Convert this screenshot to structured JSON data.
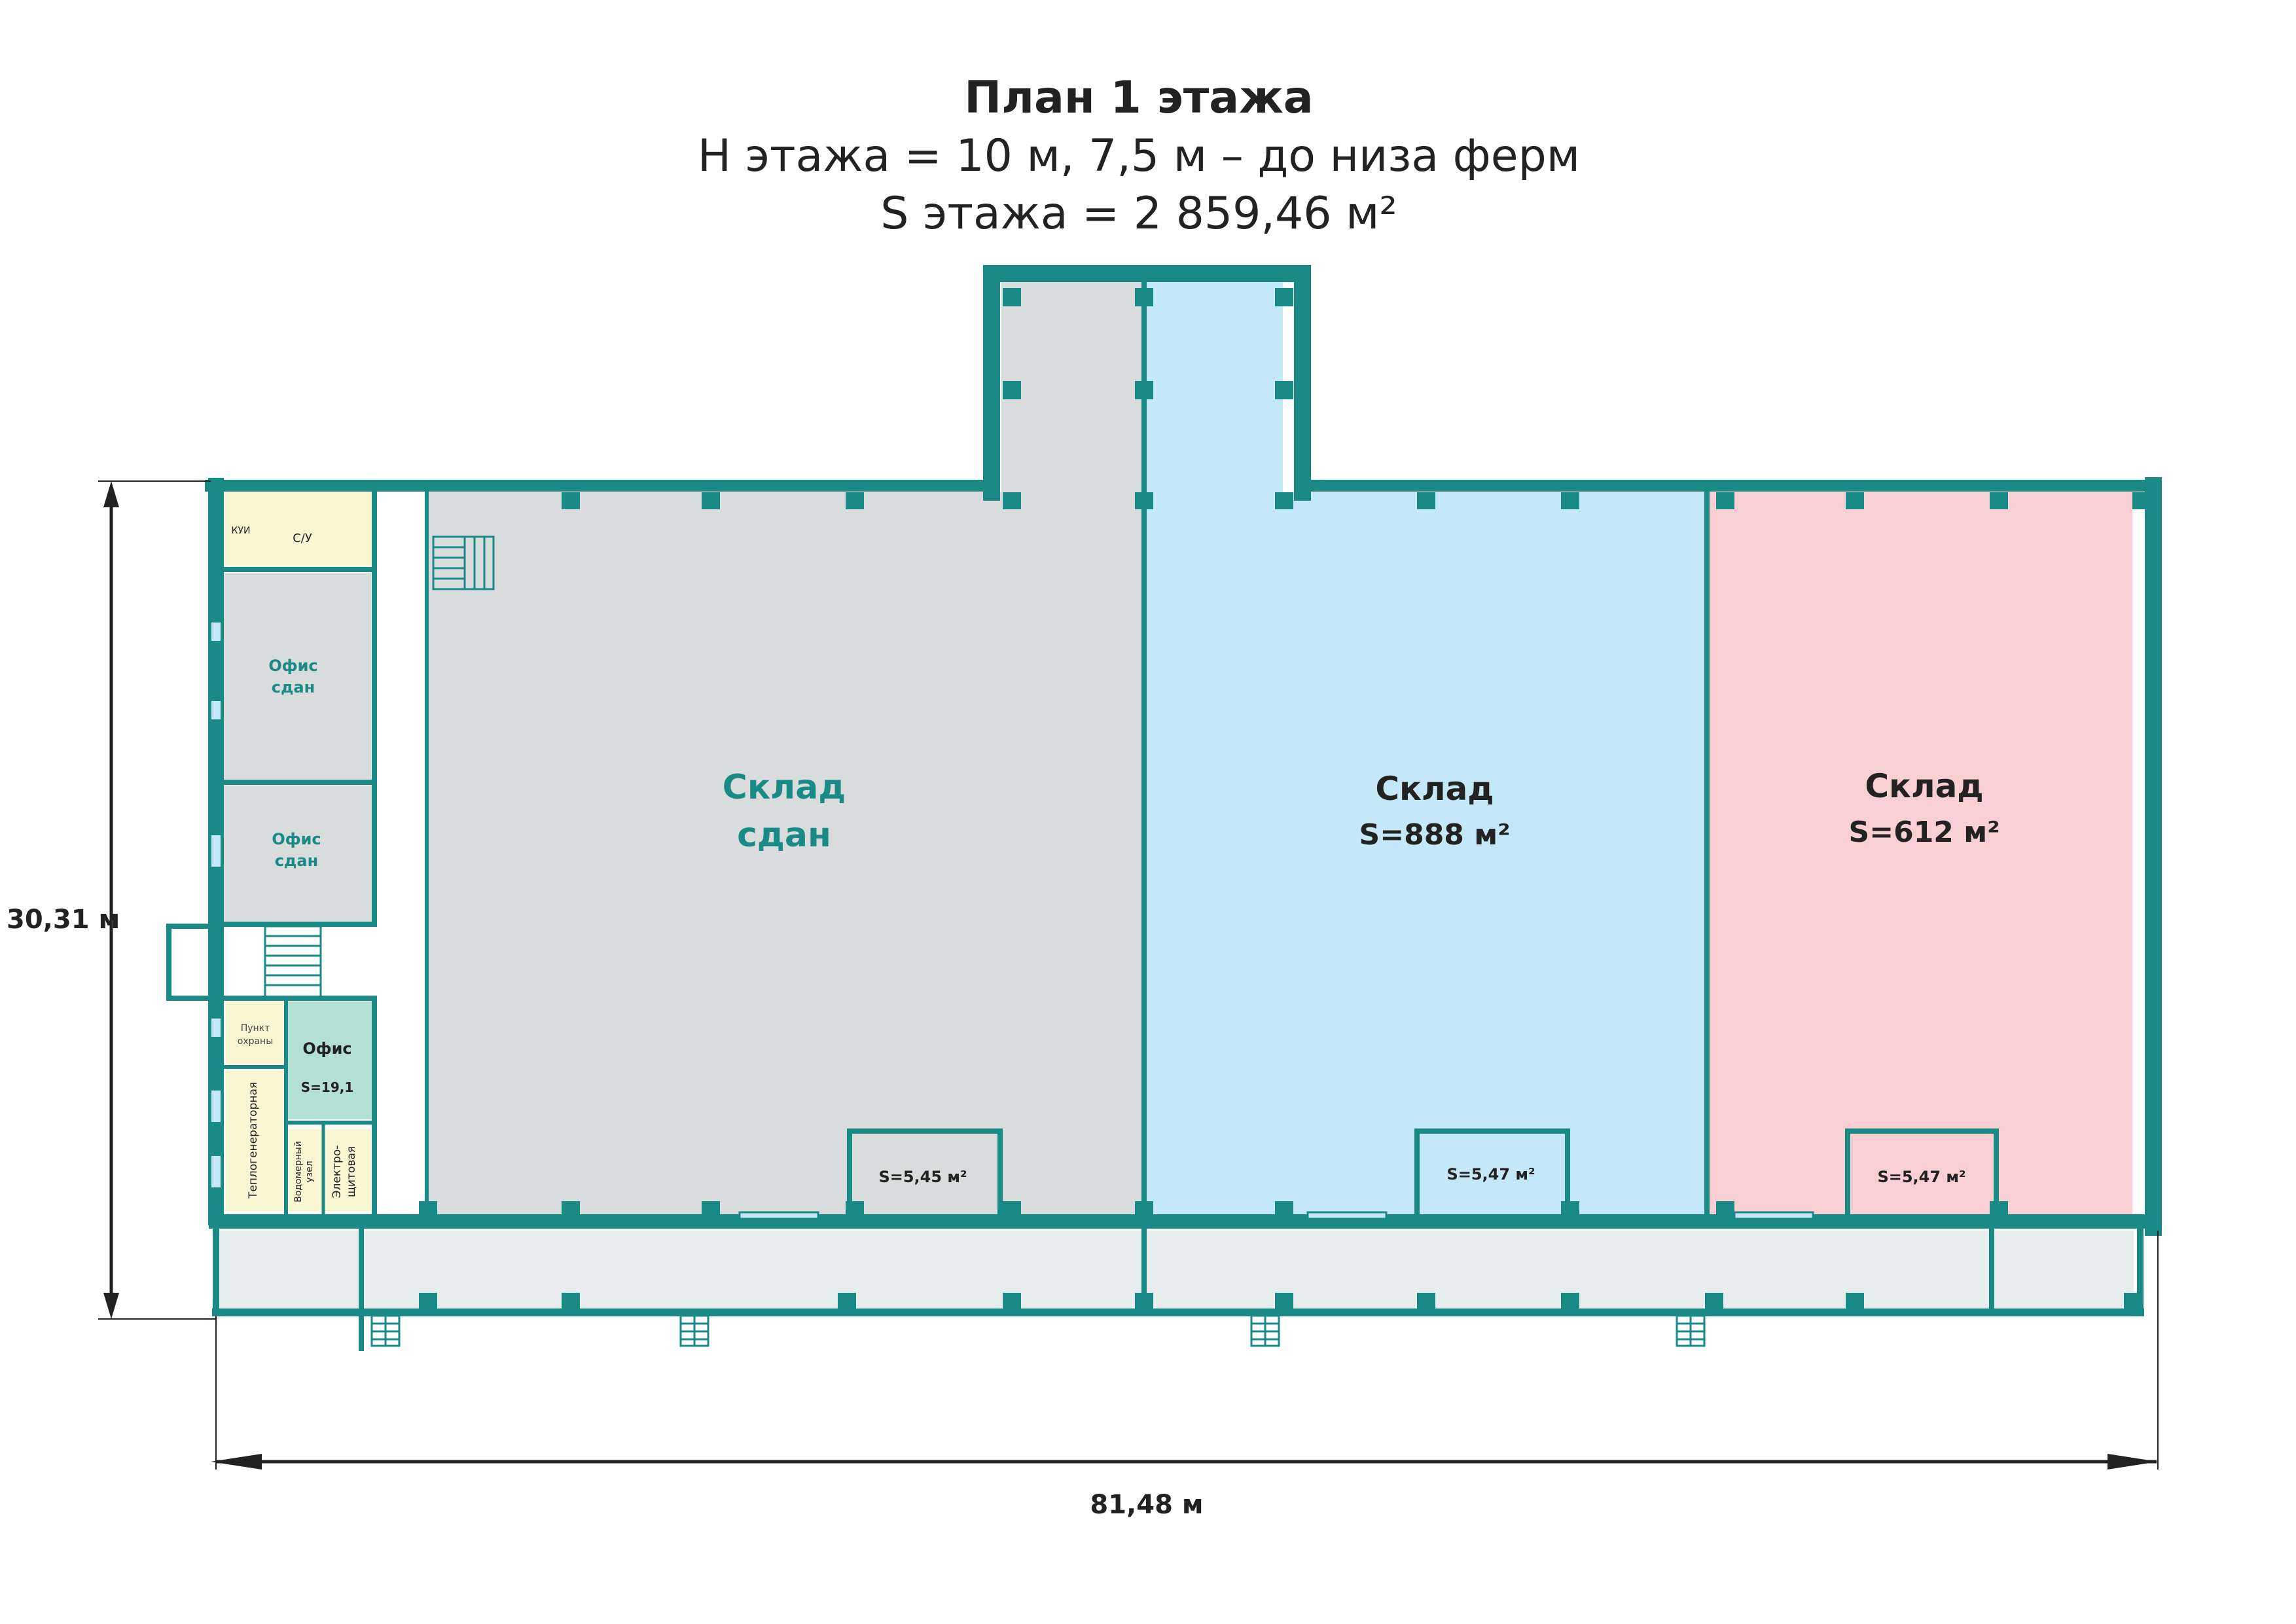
{
  "title": "План 1 этажа",
  "subtitle_height": "Н этажа = 10 м, 7,5 м – до низа ферм",
  "subtitle_area": "S этажа = 2 859,46 м²",
  "dimensions": {
    "height": "30,31 м",
    "width": "81,48 м"
  },
  "rooms": {
    "warehouse_rented": {
      "line1": "Склад",
      "line2": "сдан"
    },
    "warehouse_888": {
      "line1": "Склад",
      "line2": "S=888 м²"
    },
    "warehouse_612": {
      "line1": "Склад",
      "line2": "S=612 м²"
    },
    "office1": {
      "line1": "Офис",
      "line2": "сдан"
    },
    "office2": {
      "line1": "Офис",
      "line2": "сдан"
    },
    "office3": {
      "line1": "Офис",
      "line2": "S=19,1"
    },
    "kui": "КУИ",
    "wc": "С/У",
    "guard_post": {
      "line1": "Пункт",
      "line2": "охраны"
    },
    "heat_gen": "Теплогенераторная",
    "water_unit": {
      "line1": "Водомерный",
      "line2": "узел"
    },
    "electrical": {
      "line1": "Электро-",
      "line2": "щитовая"
    },
    "small_room_1": "S=5,45 м²",
    "small_room_2": "S=5,47 м²",
    "small_room_3": "S=5,47 м²"
  },
  "colors": {
    "wall": "#1a8a86",
    "grey_room": "#d9dcdc",
    "blue_room": "#c5e8f8",
    "pink_room": "#f8cfd3",
    "yellow_room": "#f9f7d2",
    "green_room": "#b4dfd5",
    "corridor": "#e8eded",
    "text_dark": "#222222",
    "text_teal": "#1a8a86"
  }
}
